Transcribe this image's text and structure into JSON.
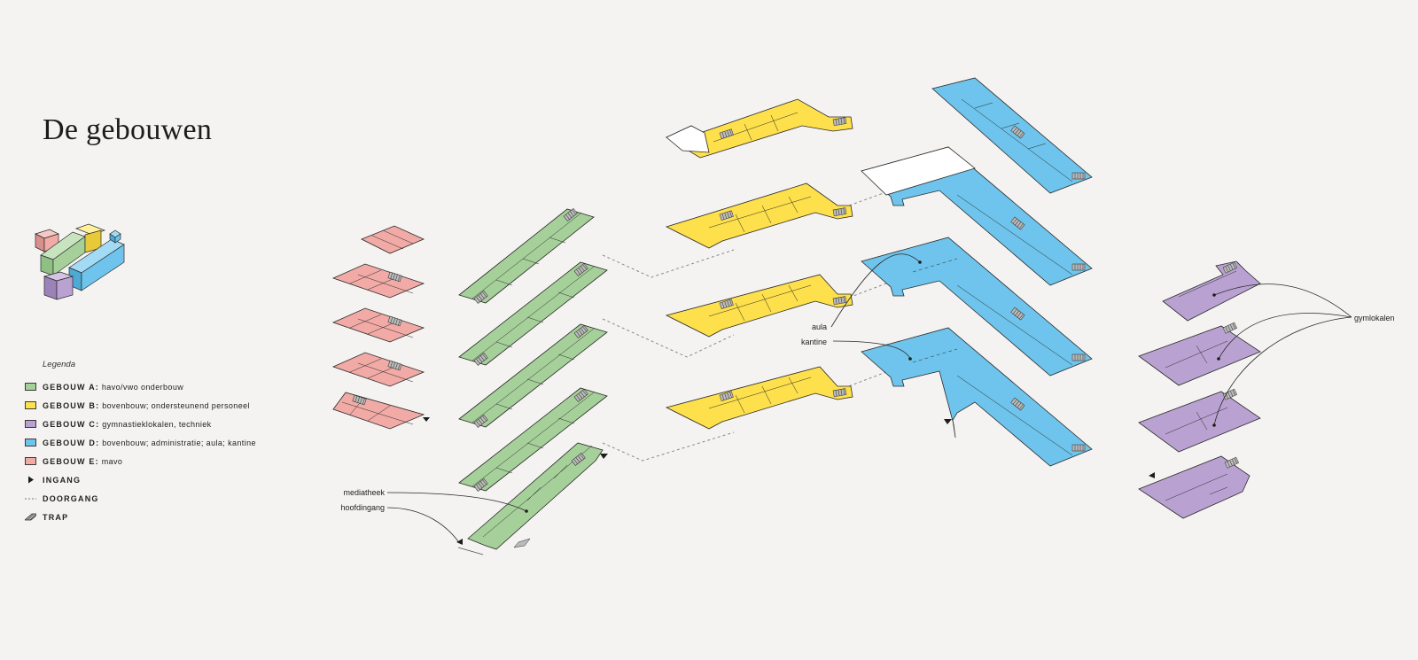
{
  "title": "De gebouwen",
  "legend": {
    "title": "Legenda",
    "items": [
      {
        "code": "GEBOUW A:",
        "desc": "havo/vwo onderbouw",
        "color": "#a6d09a"
      },
      {
        "code": "GEBOUW B:",
        "desc": "bovenbouw; ondersteunend personeel",
        "color": "#fde04b"
      },
      {
        "code": "GEBOUW C:",
        "desc": "gymnastieklokalen, techniek",
        "color": "#b9a2d1"
      },
      {
        "code": "GEBOUW D:",
        "desc": "bovenbouw; administratie; aula; kantine",
        "color": "#6ec4ec"
      },
      {
        "code": "GEBOUW E:",
        "desc": "mavo",
        "color": "#f1aaa5"
      }
    ],
    "ingang": "INGANG",
    "doorgang": "DOORGANG",
    "trap": "TRAP"
  },
  "labels": {
    "mediatheek": "mediatheek",
    "hoofdingang": "hoofdingang",
    "aula": "aula",
    "kantine": "kantine",
    "gymlokalen": "gymlokalen"
  },
  "colors": {
    "A": "#a6d09a",
    "B": "#fde04b",
    "C": "#b9a2d1",
    "D": "#6ec4ec",
    "E": "#f1aaa5",
    "stroke": "#2a2a2a",
    "background": "#f4f3f1"
  }
}
